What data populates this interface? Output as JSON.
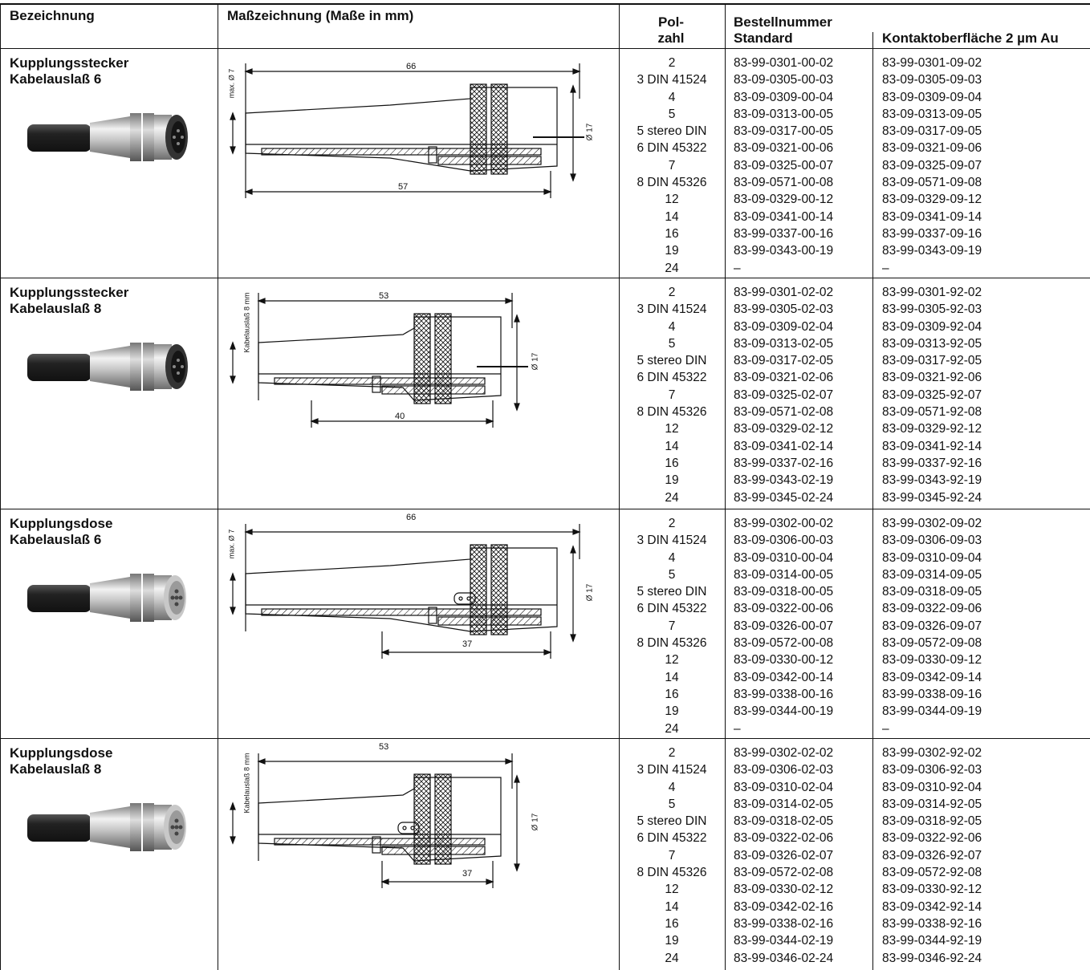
{
  "header": {
    "bezeichnung": "Bezeichnung",
    "masszeichnung": "Maßzeichnung (Maße in mm)",
    "pol": "Pol-",
    "zahl": "zahl",
    "bestellnummer": "Bestellnummer",
    "standard": "Standard",
    "kontakt": "Kontaktoberfläche 2 µm Au"
  },
  "sections": [
    {
      "title": [
        "Kupplungsstecker",
        "Kabelauslaß 6"
      ],
      "kind": "stecker",
      "dims": {
        "top": "66",
        "bottom": "57",
        "side": "max. Ø 7",
        "dia": "Ø 17"
      },
      "pol": [
        "2",
        "3 DIN 41524",
        "4",
        "5",
        "5 stereo DIN",
        "6 DIN 45322",
        "7",
        "8 DIN 45326",
        "12",
        "14",
        "16",
        "19",
        "24"
      ],
      "standard": [
        "83-99-0301-00-02",
        "83-09-0305-00-03",
        "83-09-0309-00-04",
        "83-09-0313-00-05",
        "83-09-0317-00-05",
        "83-09-0321-00-06",
        "83-09-0325-00-07",
        "83-09-0571-00-08",
        "83-09-0329-00-12",
        "83-09-0341-00-14",
        "83-99-0337-00-16",
        "83-99-0343-00-19",
        "–"
      ],
      "gold": [
        "83-99-0301-09-02",
        "83-09-0305-09-03",
        "83-09-0309-09-04",
        "83-09-0313-09-05",
        "83-09-0317-09-05",
        "83-09-0321-09-06",
        "83-09-0325-09-07",
        "83-09-0571-09-08",
        "83-09-0329-09-12",
        "83-09-0341-09-14",
        "83-99-0337-09-16",
        "83-99-0343-09-19",
        "–"
      ]
    },
    {
      "title": [
        "Kupplungsstecker",
        "Kabelauslaß 8"
      ],
      "kind": "stecker",
      "dims": {
        "top": "53",
        "bottom": "40",
        "side": "Kabelauslaß 8 mm",
        "dia": "Ø 17"
      },
      "pol": [
        "2",
        "3 DIN 41524",
        "4",
        "5",
        "5 stereo DIN",
        "6 DIN 45322",
        "7",
        "8 DIN 45326",
        "12",
        "14",
        "16",
        "19",
        "24"
      ],
      "standard": [
        "83-99-0301-02-02",
        "83-99-0305-02-03",
        "83-09-0309-02-04",
        "83-09-0313-02-05",
        "83-09-0317-02-05",
        "83-09-0321-02-06",
        "83-09-0325-02-07",
        "83-09-0571-02-08",
        "83-09-0329-02-12",
        "83-09-0341-02-14",
        "83-99-0337-02-16",
        "83-99-0343-02-19",
        "83-99-0345-02-24"
      ],
      "gold": [
        "83-99-0301-92-02",
        "83-99-0305-92-03",
        "83-09-0309-92-04",
        "83-09-0313-92-05",
        "83-09-0317-92-05",
        "83-09-0321-92-06",
        "83-09-0325-92-07",
        "83-09-0571-92-08",
        "83-09-0329-92-12",
        "83-09-0341-92-14",
        "83-99-0337-92-16",
        "83-99-0343-92-19",
        "83-99-0345-92-24"
      ]
    },
    {
      "title": [
        "Kupplungsdose",
        "Kabelauslaß 6"
      ],
      "kind": "dose",
      "dims": {
        "top": "66",
        "bottom": "37",
        "side": "max. Ø 7",
        "dia": "Ø 17"
      },
      "pol": [
        "2",
        "3 DIN 41524",
        "4",
        "5",
        "5 stereo DIN",
        "6 DIN 45322",
        "7",
        "8 DIN 45326",
        "12",
        "14",
        "16",
        "19",
        "24"
      ],
      "standard": [
        "83-99-0302-00-02",
        "83-09-0306-00-03",
        "83-09-0310-00-04",
        "83-09-0314-00-05",
        "83-09-0318-00-05",
        "83-09-0322-00-06",
        "83-09-0326-00-07",
        "83-09-0572-00-08",
        "83-09-0330-00-12",
        "83-09-0342-00-14",
        "83-99-0338-00-16",
        "83-99-0344-00-19",
        "–"
      ],
      "gold": [
        "83-99-0302-09-02",
        "83-09-0306-09-03",
        "83-09-0310-09-04",
        "83-09-0314-09-05",
        "83-09-0318-09-05",
        "83-09-0322-09-06",
        "83-09-0326-09-07",
        "83-09-0572-09-08",
        "83-09-0330-09-12",
        "83-09-0342-09-14",
        "83-99-0338-09-16",
        "83-99-0344-09-19",
        "–"
      ]
    },
    {
      "title": [
        "Kupplungsdose",
        "Kabelauslaß 8"
      ],
      "kind": "dose",
      "dims": {
        "top": "53",
        "bottom": "37",
        "side": "Kabelauslaß 8 mm",
        "dia": "Ø 17"
      },
      "pol": [
        "2",
        "3 DIN 41524",
        "4",
        "5",
        "5 stereo DIN",
        "6 DIN 45322",
        "7",
        "8 DIN 45326",
        "12",
        "14",
        "16",
        "19",
        "24"
      ],
      "standard": [
        "83-99-0302-02-02",
        "83-09-0306-02-03",
        "83-09-0310-02-04",
        "83-09-0314-02-05",
        "83-09-0318-02-05",
        "83-09-0322-02-06",
        "83-09-0326-02-07",
        "83-09-0572-02-08",
        "83-09-0330-02-12",
        "83-09-0342-02-16",
        "83-99-0338-02-16",
        "83-99-0344-02-19",
        "83-99-0346-02-24"
      ],
      "gold": [
        "83-99-0302-92-02",
        "83-09-0306-92-03",
        "83-09-0310-92-04",
        "83-09-0314-92-05",
        "83-09-0318-92-05",
        "83-09-0322-92-06",
        "83-09-0326-92-07",
        "83-09-0572-92-08",
        "83-09-0330-92-12",
        "83-09-0342-92-14",
        "83-99-0338-92-16",
        "83-99-0344-92-19",
        "83-99-0346-92-24"
      ]
    }
  ]
}
